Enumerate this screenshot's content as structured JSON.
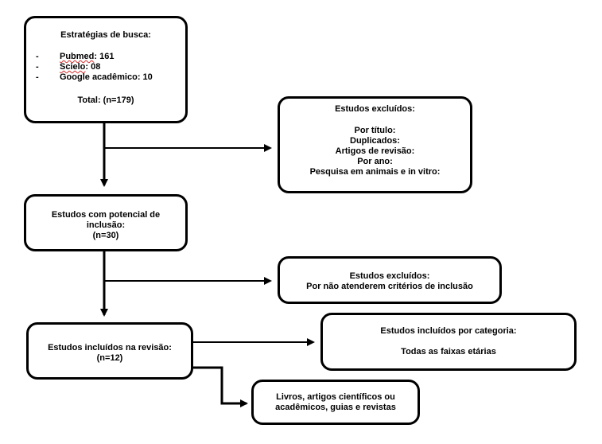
{
  "search": {
    "title": "Estratégias de busca:",
    "items": [
      {
        "dash": "-",
        "name": "Pubmed",
        "value": ": 161"
      },
      {
        "dash": "-",
        "name": "Scielo",
        "value": ": 08"
      },
      {
        "dash": "-",
        "name": "Google acadêmico",
        "value": ": 10"
      }
    ],
    "total": "Total: (n=179)"
  },
  "excluded1": {
    "title": "Estudos excluídos:",
    "lines": [
      "Por título:",
      "Duplicados:",
      "Artigos de revisão:",
      "Por ano:",
      "Pesquisa em animais e in vitro:"
    ]
  },
  "potential": {
    "lines": [
      "Estudos com potencial de",
      "inclusão:",
      "(n=30)"
    ]
  },
  "excluded2": {
    "lines": [
      "Estudos excluídos:",
      "Por não atenderem critérios de inclusão"
    ]
  },
  "included": {
    "lines": [
      "Estudos incluídos na revisão:",
      "(n=12)"
    ]
  },
  "category": {
    "title": "Estudos incluídos por categoria:",
    "value": "Todas as faixas etárias"
  },
  "types": {
    "lines": [
      "Livros, artigos científicos ou",
      "acadêmicos, guias e revistas"
    ]
  }
}
